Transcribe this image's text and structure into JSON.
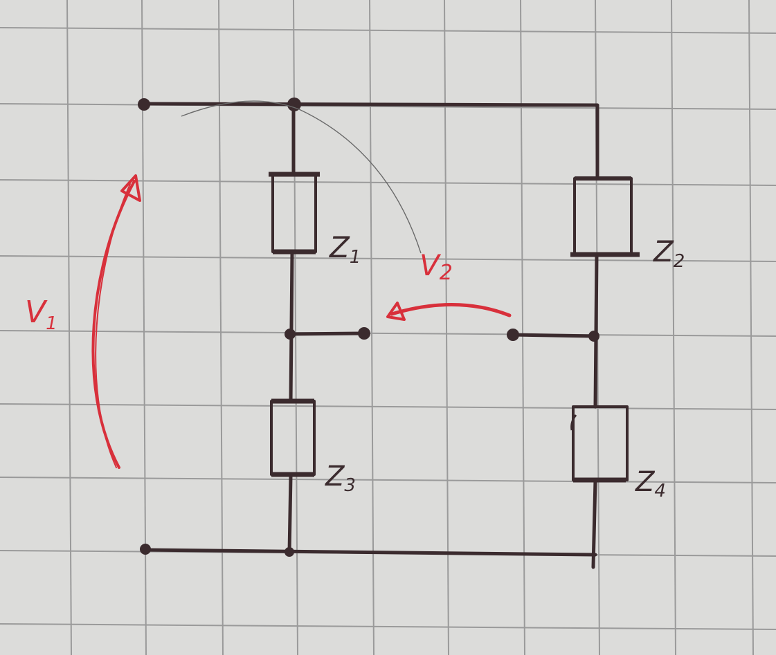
{
  "paper": {
    "background": "#dcdcda",
    "grid_color": "#9a9a9a"
  },
  "ink": {
    "circuit": "#3b2b2e",
    "voltage": "#d8303b"
  },
  "components": {
    "z1": {
      "label": "Z1",
      "letter": "Z",
      "sub": "1"
    },
    "z2": {
      "label": "Z2",
      "letter": "Z",
      "sub": "2"
    },
    "z3": {
      "label": "Z3",
      "letter": "Z",
      "sub": "3"
    },
    "z4": {
      "label": "Z4",
      "letter": "Z",
      "sub": "4"
    }
  },
  "voltages": {
    "v1": {
      "label": "V1",
      "letter": "V",
      "sub": "1"
    },
    "v2": {
      "label": "V2",
      "letter": "V",
      "sub": "2"
    }
  }
}
